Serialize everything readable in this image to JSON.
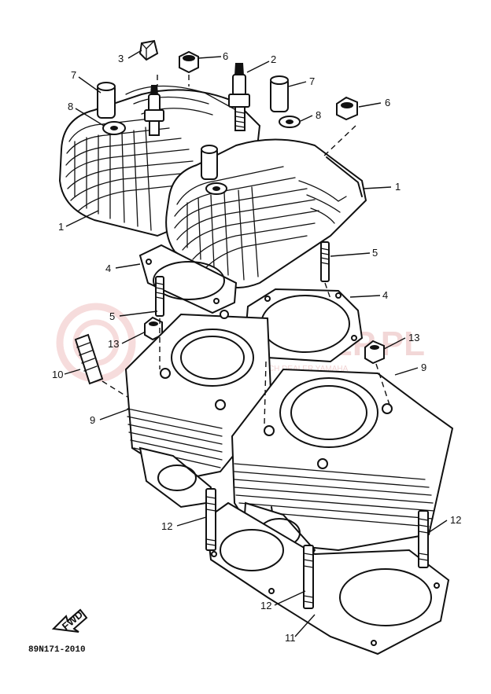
{
  "diagram": {
    "callouts": [
      {
        "id": "c3",
        "text": "3"
      },
      {
        "id": "c6a",
        "text": "6"
      },
      {
        "id": "c2",
        "text": "2"
      },
      {
        "id": "c7a",
        "text": "7"
      },
      {
        "id": "c7b",
        "text": "7"
      },
      {
        "id": "c8a",
        "text": "8"
      },
      {
        "id": "c8b",
        "text": "8"
      },
      {
        "id": "c6b",
        "text": "6"
      },
      {
        "id": "c1a",
        "text": "1"
      },
      {
        "id": "c1b",
        "text": "1"
      },
      {
        "id": "c4a",
        "text": "4"
      },
      {
        "id": "c5a",
        "text": "5"
      },
      {
        "id": "c4b",
        "text": "4"
      },
      {
        "id": "c5b",
        "text": "5"
      },
      {
        "id": "c13a",
        "text": "13"
      },
      {
        "id": "c13b",
        "text": "13"
      },
      {
        "id": "c10",
        "text": "10"
      },
      {
        "id": "c9a",
        "text": "9"
      },
      {
        "id": "c9b",
        "text": "9"
      },
      {
        "id": "c12a",
        "text": "12"
      },
      {
        "id": "c12b",
        "text": "12"
      },
      {
        "id": "c12c",
        "text": "12"
      },
      {
        "id": "c11",
        "text": "11"
      }
    ],
    "fwd_label": "FWD",
    "drawing_code": "89N171-2010",
    "watermark": {
      "text": "YAMASKLEP.PL",
      "subtext": "SKLEP CZĘŚCI ZAMIENNYCH DEALER YAMAHA"
    }
  }
}
